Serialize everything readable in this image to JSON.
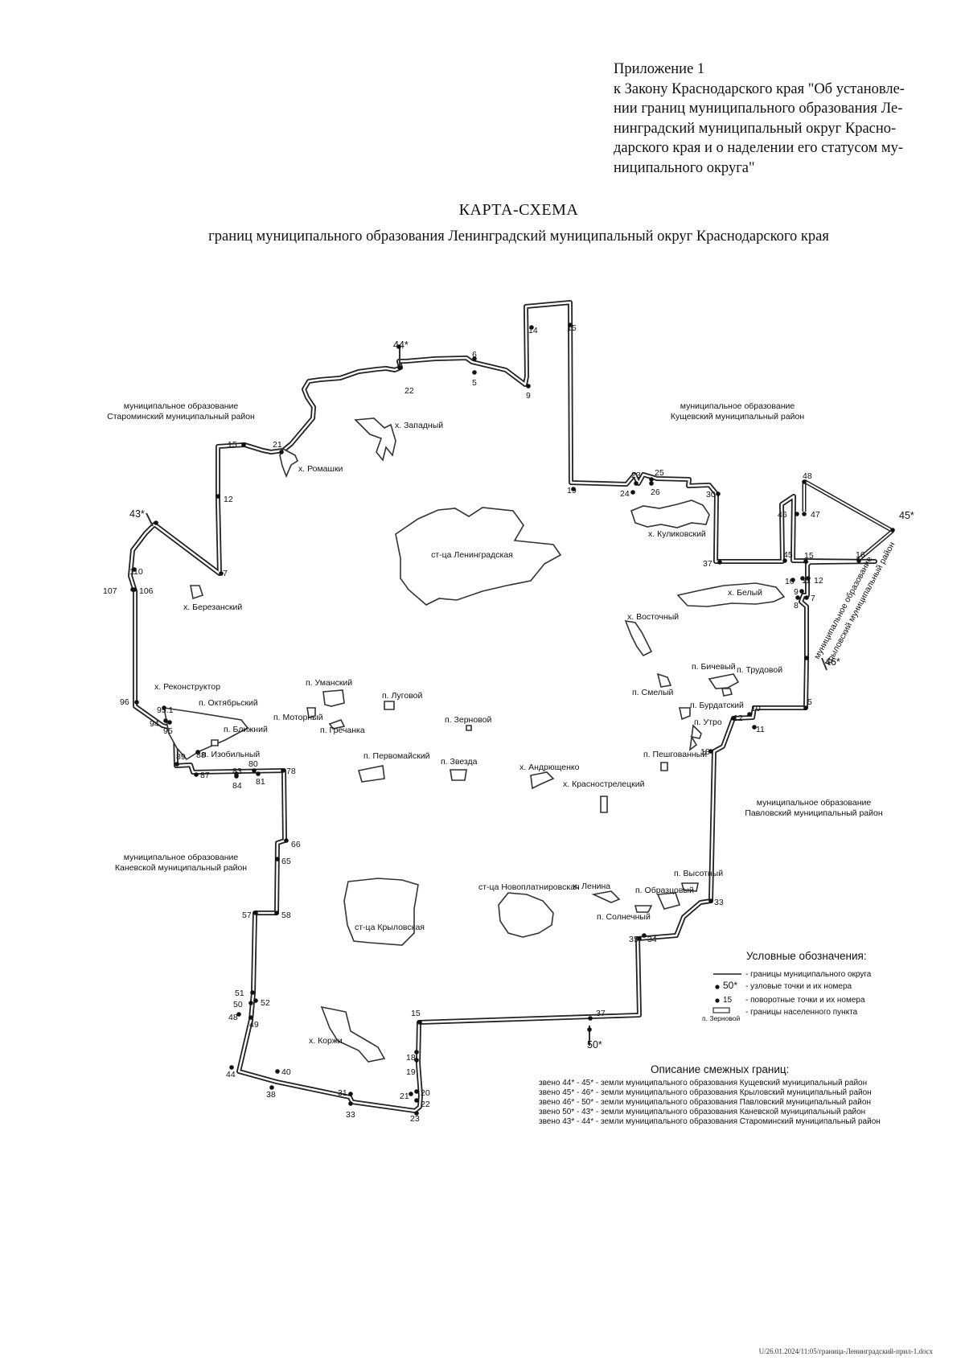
{
  "header": {
    "appendix": "Приложение 1",
    "lines": [
      "к Закону Краснодарского края \"Об установле-",
      "нии границ муниципального образования Ле-",
      "нинградский муниципальный округ Красно-",
      "дарского края и о наделении его статусом му-",
      "ниципального округа\""
    ]
  },
  "title": "КАРТА-СХЕМА",
  "subtitle": "границ муниципального образования Ленинградский муниципальный округ Краснодарского края",
  "neighbors": {
    "starominsky_1": "муниципальное образование",
    "starominsky_2": "Староминский муниципальный район",
    "kushchevsky_1": "муниципальное образование",
    "kushchevsky_2": "Кущевский муниципальный район",
    "krylovsky_1": "муниципальное образование",
    "krylovsky_2": "Крыловский муниципальный район",
    "pavlovsky_1": "муниципальное образование",
    "pavlovsky_2": "Павловский муниципальный район",
    "kanevskoy_1": "муниципальное образование",
    "kanevskoy_2": "Каневской муниципальный район"
  },
  "settlements": {
    "zapadny": "х. Западный",
    "romashki": "х. Ромашки",
    "leningradskaya": "ст-ца Ленинградская",
    "kulikovsky": "х. Куликовский",
    "bely": "х. Белый",
    "berezansky": "х. Березанский",
    "vostochny": "х. Восточный",
    "bichevy": "п. Бичевый",
    "trudovoy": "п. Трудовой",
    "smely": "п. Смелый",
    "burdatsky": "п. Бурдатский",
    "utro": "п. Утро",
    "rekonstruktor": "х. Реконструктор",
    "oktyabrsky": "п. Октябрьский",
    "umansky": "п. Уманский",
    "lugovoy": "п. Луговой",
    "motorny": "п. Моторный",
    "grechanka": "п. Гречанка",
    "blizhny": "п. Ближний",
    "izobilny": "п. Изобильный",
    "zernovoy": "п. Зерновой",
    "pervomaysky": "п. Первомайский",
    "zvezda": "п. Звезда",
    "andryushchenko": "х. Андрющенко",
    "krasnostrelets": "х. Краснострелецкий",
    "peshkovany": "п. Пешгованный",
    "vysotny": "п. Высотный",
    "lenina": "х. Ленина",
    "obraztsovy": "п. Образцовый",
    "novoplatnirovskaya": "ст-ца Новоплатнировская",
    "solnechny": "п. Солнечный",
    "krylovskaya": "ст-ца Крыловская",
    "korzhi": "х. Коржи"
  },
  "points": [
    {
      "label": "14"
    },
    {
      "label": "15"
    },
    {
      "label": "44*"
    },
    {
      "label": "6"
    },
    {
      "label": "5"
    },
    {
      "label": "22"
    },
    {
      "label": "9"
    },
    {
      "label": "15"
    },
    {
      "label": "21"
    },
    {
      "label": "12"
    },
    {
      "label": "7"
    },
    {
      "label": "43*"
    },
    {
      "label": "110"
    },
    {
      "label": "107"
    },
    {
      "label": "106"
    },
    {
      "label": "96"
    },
    {
      "label": "95.1"
    },
    {
      "label": "94"
    },
    {
      "label": "95"
    },
    {
      "label": "89"
    },
    {
      "label": "88"
    },
    {
      "label": "87"
    },
    {
      "label": "83"
    },
    {
      "label": "80"
    },
    {
      "label": "84"
    },
    {
      "label": "81"
    },
    {
      "label": "78"
    },
    {
      "label": "66"
    },
    {
      "label": "65"
    },
    {
      "label": "57"
    },
    {
      "label": "58"
    },
    {
      "label": "51"
    },
    {
      "label": "50"
    },
    {
      "label": "52"
    },
    {
      "label": "48"
    },
    {
      "label": "49"
    },
    {
      "label": "44"
    },
    {
      "label": "40"
    },
    {
      "label": "38"
    },
    {
      "label": "31"
    },
    {
      "label": "33"
    },
    {
      "label": "21"
    },
    {
      "label": "20"
    },
    {
      "label": "22"
    },
    {
      "label": "23"
    },
    {
      "label": "19"
    },
    {
      "label": "18"
    },
    {
      "label": "15"
    },
    {
      "label": "37"
    },
    {
      "label": "50*"
    },
    {
      "label": "35"
    },
    {
      "label": "34"
    },
    {
      "label": "33"
    },
    {
      "label": "18"
    },
    {
      "label": "12"
    },
    {
      "label": "11"
    },
    {
      "label": "10"
    },
    {
      "label": "5"
    },
    {
      "label": "46*"
    },
    {
      "label": "8"
    },
    {
      "label": "7"
    },
    {
      "label": "9"
    },
    {
      "label": "10"
    },
    {
      "label": "11"
    },
    {
      "label": "12"
    },
    {
      "label": "15"
    },
    {
      "label": "45"
    },
    {
      "label": "16"
    },
    {
      "label": "45*"
    },
    {
      "label": "46"
    },
    {
      "label": "47"
    },
    {
      "label": "48"
    },
    {
      "label": "37"
    },
    {
      "label": "30"
    },
    {
      "label": "26"
    },
    {
      "label": "25"
    },
    {
      "label": "23"
    },
    {
      "label": "24"
    },
    {
      "label": "19"
    }
  ],
  "legend": {
    "title": "Условные обозначения:",
    "boundary": "- границы муниципального округа",
    "node_sample": "50*",
    "node": "- узловые точки и их номера",
    "turn_sample": "15",
    "turn": "- поворотные точки и их номера",
    "settlement_sample": "п. Зерновой",
    "settlement": "- границы населенного пункта"
  },
  "description": {
    "title": "Описание смежных границ:",
    "lines": [
      "звено  44* -  45* - земли муниципального образования Кущевский муниципальный район",
      "звено  45* -  46* - земли муниципального образования Крыловский муниципальный район",
      "звено  46* -  50* - земли муниципального образования Павловский муниципальный район",
      "звено  50* -  43* - земли муниципального образования Каневской муниципальный район",
      "звено  43* -  44* - земли муниципального образования Староминский муниципальный район"
    ]
  },
  "footer": "U/26.01.2024/11:05/граница-Ленинградский-прил-1.docx"
}
